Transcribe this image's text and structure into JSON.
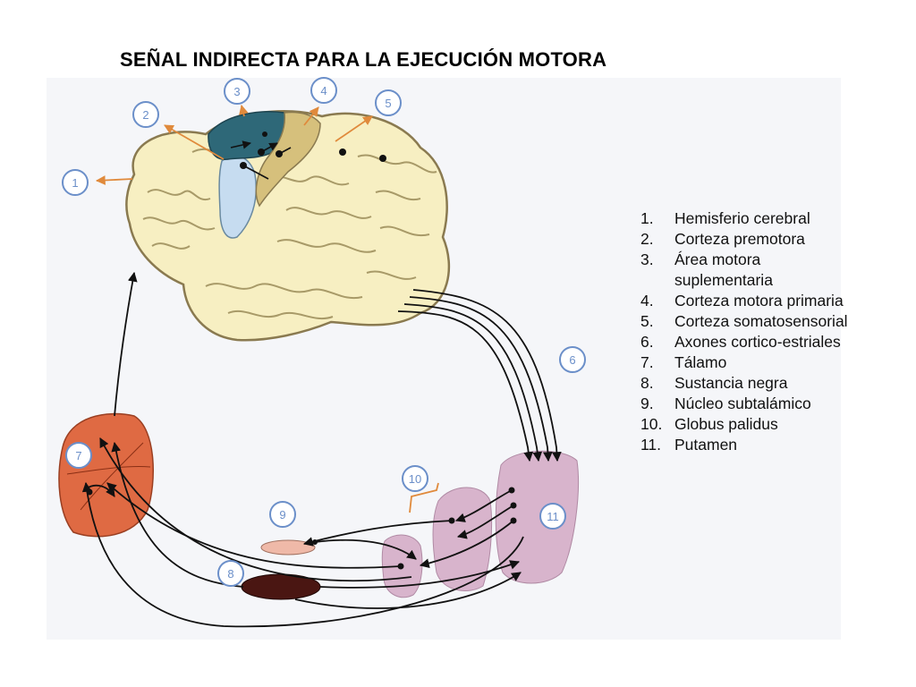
{
  "title": "SEÑAL INDIRECTA PARA LA EJECUCIÓN MOTORA",
  "callouts": [
    "1",
    "2",
    "3",
    "4",
    "5",
    "6",
    "7",
    "8",
    "9",
    "10",
    "11"
  ],
  "legend": [
    {
      "num": "1.",
      "text": "Hemisferio cerebral"
    },
    {
      "num": "2.",
      "text": "Corteza premotora"
    },
    {
      "num": "3.",
      "text": "Área motora suplementaria"
    },
    {
      "num": "4.",
      "text": "Corteza motora primaria"
    },
    {
      "num": "5.",
      "text": "Corteza somatosensorial"
    },
    {
      "num": "6.",
      "text": "Axones cortico-estriales"
    },
    {
      "num": "7.",
      "text": "Tálamo"
    },
    {
      "num": "8.",
      "text": "Sustancia negra"
    },
    {
      "num": "9.",
      "text": "Núcleo subtalámico"
    },
    {
      "num": "10.",
      "text": "Globus palidus"
    },
    {
      "num": "11.",
      "text": "Putamen"
    }
  ],
  "colors": {
    "brain": "#f7efc2",
    "brain_outline": "#8a7a50",
    "premotor": "#c6dcf0",
    "supplementary_motor": "#2e6878",
    "primary_motor": "#d6c07c",
    "thalamus": "#df6a43",
    "substantia_nigra": "#4a1612",
    "subthalamic": "#efb9a8",
    "basal_ganglia": "#d8b4cc",
    "callout": "#6b8fc9",
    "arrow_orange": "#e08a3c"
  }
}
